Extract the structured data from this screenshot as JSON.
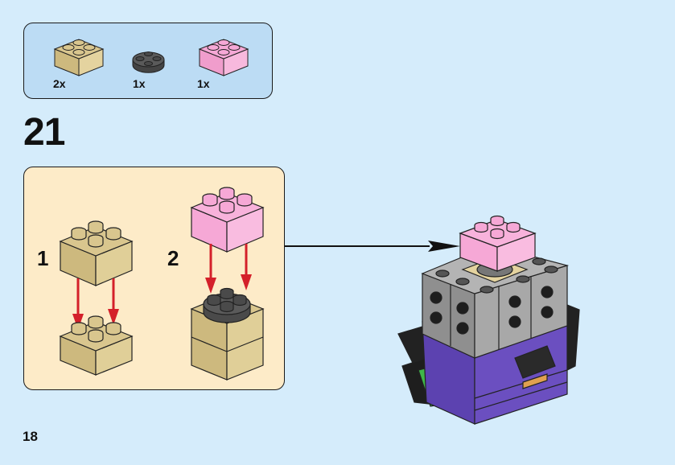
{
  "page": {
    "page_number": "18",
    "step_number": "21",
    "background_color": "#d5ecfb"
  },
  "parts_list": {
    "items": [
      {
        "part": "tan 2x2 brick",
        "color": "#d9c68e",
        "icon": "brick-2x2-icon",
        "quantity": "2x"
      },
      {
        "part": "dark grey 2x2 round plate",
        "color": "#5a5a5a",
        "icon": "round-plate-2x2-icon",
        "quantity": "1x"
      },
      {
        "part": "pink 2x2 brick",
        "color": "#f6a8d6",
        "icon": "brick-2x2-icon",
        "quantity": "1x"
      }
    ]
  },
  "subassembly": {
    "background_color": "#fdebc8",
    "steps": [
      {
        "number": "1",
        "description": "Stack tan 2x2 brick onto tan 2x2 brick"
      },
      {
        "number": "2",
        "description": "Add dark grey round plate, then pink 2x2 brick"
      }
    ]
  },
  "model": {
    "description": "BrickHeadz figure head with pink 2x2 brick added on top",
    "arrow": "arrow-right-icon"
  },
  "colors": {
    "tan": "#d9c68e",
    "pink": "#f6a8d6",
    "dark_grey": "#5a5a5a",
    "light_grey": "#a8a8a8",
    "purple": "#6b4fc0",
    "green": "#3fb64a",
    "arrow_red": "#d4202a"
  }
}
